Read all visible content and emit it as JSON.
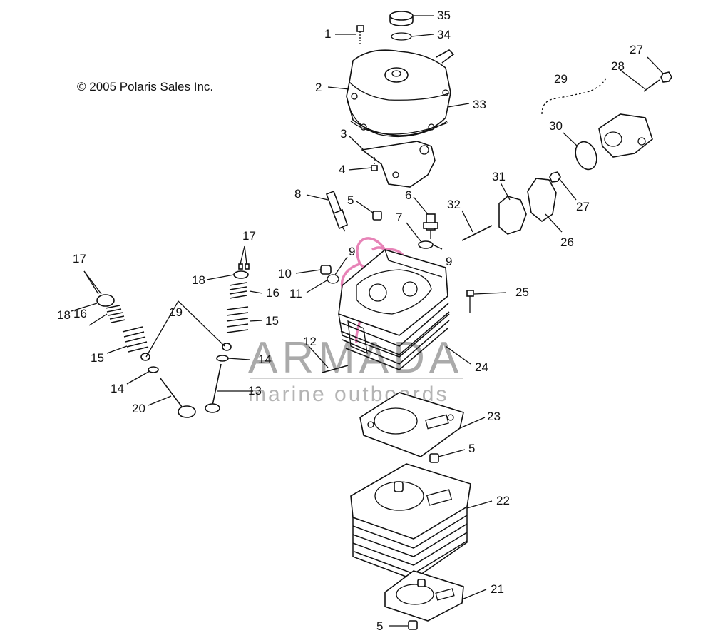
{
  "copyright": "© 2005 Polaris Sales Inc.",
  "watermark": {
    "brand": "ARMADA",
    "tagline": "marine outboards",
    "logo_color": "#e05aa0"
  },
  "callouts": [
    {
      "id": "c1",
      "text": "1"
    },
    {
      "id": "c2",
      "text": "2"
    },
    {
      "id": "c3",
      "text": "3"
    },
    {
      "id": "c4",
      "text": "4"
    },
    {
      "id": "c5a",
      "text": "5"
    },
    {
      "id": "c5b",
      "text": "5"
    },
    {
      "id": "c5c",
      "text": "5"
    },
    {
      "id": "c6",
      "text": "6"
    },
    {
      "id": "c7",
      "text": "7"
    },
    {
      "id": "c8",
      "text": "8"
    },
    {
      "id": "c9a",
      "text": "9"
    },
    {
      "id": "c9b",
      "text": "9"
    },
    {
      "id": "c10",
      "text": "10"
    },
    {
      "id": "c11",
      "text": "11"
    },
    {
      "id": "c12",
      "text": "12"
    },
    {
      "id": "c13",
      "text": "13"
    },
    {
      "id": "c14a",
      "text": "14"
    },
    {
      "id": "c14b",
      "text": "14"
    },
    {
      "id": "c15a",
      "text": "15"
    },
    {
      "id": "c15b",
      "text": "15"
    },
    {
      "id": "c16a",
      "text": "16"
    },
    {
      "id": "c16b",
      "text": "16"
    },
    {
      "id": "c17a",
      "text": "17"
    },
    {
      "id": "c17b",
      "text": "17"
    },
    {
      "id": "c18a",
      "text": "18"
    },
    {
      "id": "c18b",
      "text": "18"
    },
    {
      "id": "c19",
      "text": "19"
    },
    {
      "id": "c20",
      "text": "20"
    },
    {
      "id": "c21",
      "text": "21"
    },
    {
      "id": "c22",
      "text": "22"
    },
    {
      "id": "c23",
      "text": "23"
    },
    {
      "id": "c24",
      "text": "24"
    },
    {
      "id": "c25",
      "text": "25"
    },
    {
      "id": "c26",
      "text": "26"
    },
    {
      "id": "c27a",
      "text": "27"
    },
    {
      "id": "c27b",
      "text": "27"
    },
    {
      "id": "c28",
      "text": "28"
    },
    {
      "id": "c29",
      "text": "29"
    },
    {
      "id": "c30",
      "text": "30"
    },
    {
      "id": "c31",
      "text": "31"
    },
    {
      "id": "c32",
      "text": "32"
    },
    {
      "id": "c33",
      "text": "33"
    },
    {
      "id": "c34",
      "text": "34"
    },
    {
      "id": "c35",
      "text": "35"
    }
  ]
}
